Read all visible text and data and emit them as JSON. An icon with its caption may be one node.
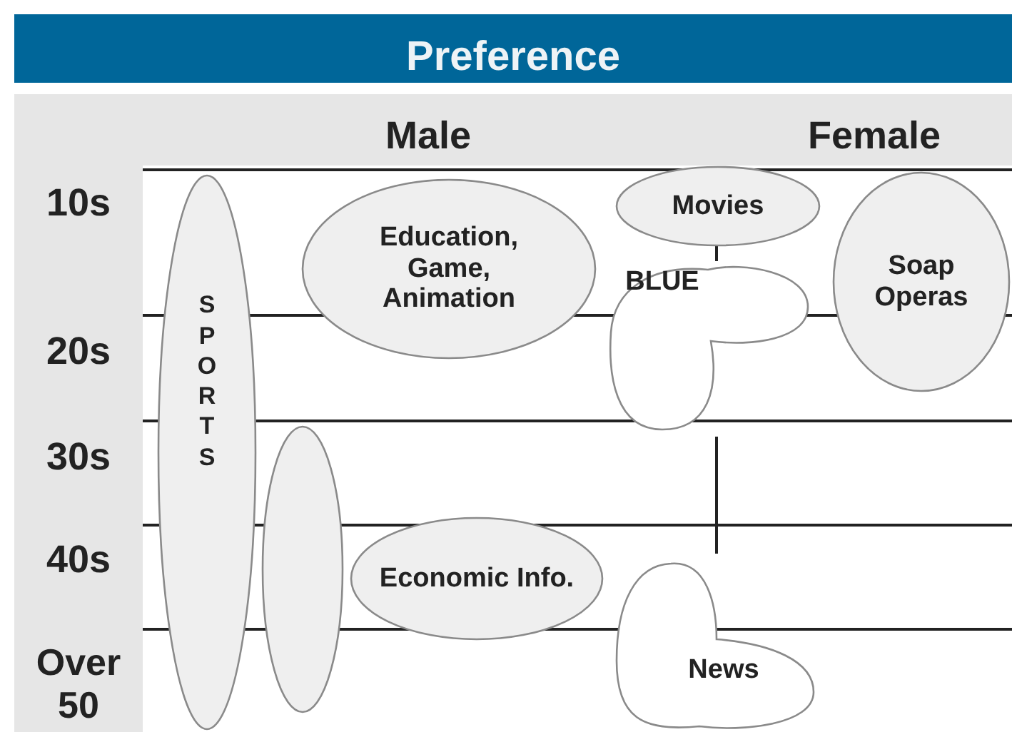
{
  "diagram": {
    "title": "Preference",
    "nodes": [
      {
        "text": [
          "SPORTS"
        ]
      },
      {
        "text": [
          "Education, Game, Animation"
        ]
      },
      {
        "text": [
          "Movies"
        ]
      },
      {
        "text": [
          "BLUE"
        ]
      },
      {
        "text": [
          "Soap Operas"
        ]
      },
      {
        "text": [],
        "shape": "circle"
      },
      {
        "text": [
          "Economic Info."
        ]
      },
      {
        "text": [
          "News"
        ]
      }
    ],
    "labels": [
      "Male",
      "Female",
      "10s",
      "20s",
      "30s",
      "40s",
      "Over 50"
    ]
  }
}
